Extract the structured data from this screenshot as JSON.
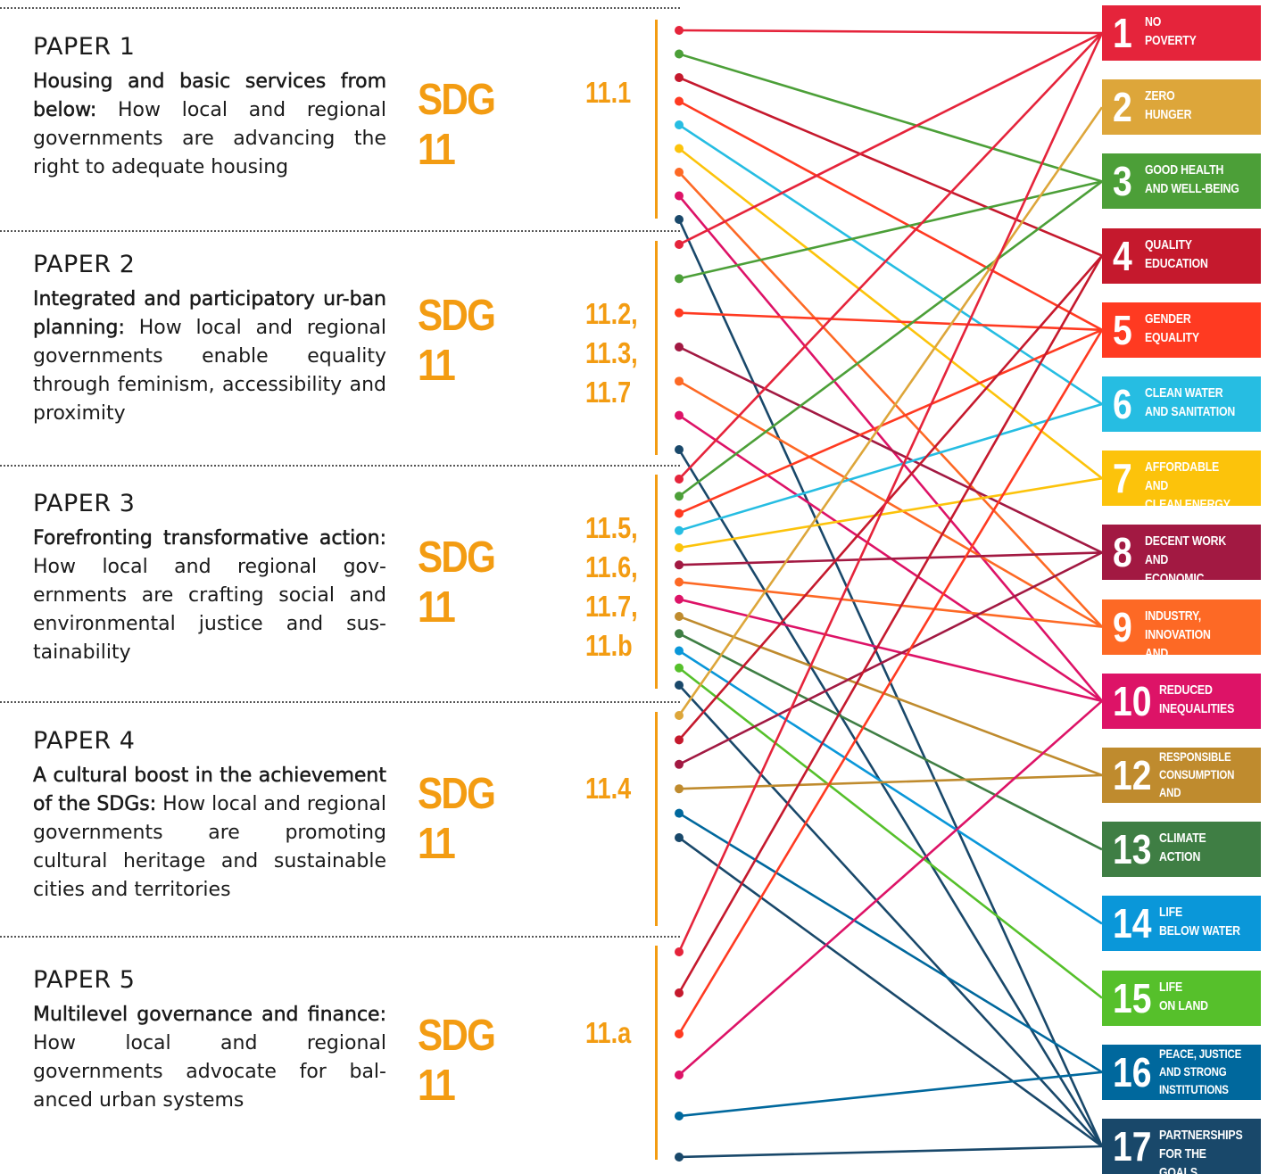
{
  "papers": [
    {
      "label": "PAPER 1",
      "bold": "Housing and basic services from below:",
      "text": " How local and regional governments are advancing the right to adequate housing",
      "sdg": "SDG 11",
      "targets": [
        "11.1"
      ]
    },
    {
      "label": "PAPER 2",
      "bold": "Integrated and participatory ur-­ban planning:",
      "text": " How local and regional governments enable equality through feminism, ac­cessibility and proximity",
      "sdg": "SDG 11",
      "targets": [
        "11.2,",
        "11.3,",
        "11.7"
      ]
    },
    {
      "label": "PAPER 3",
      "bold": "Forefronting transformative ac­tion:",
      "text": " How local and regional gov­ernments are crafting social and environmental justice and sus­tainability",
      "sdg": "SDG 11",
      "targets": [
        "11.5,",
        "11.6,",
        "11.7,",
        "11.b"
      ]
    },
    {
      "label": "PAPER 4",
      "bold": "A cultural boost in the achieve­ment of the SDGs:",
      "text": " How local and regional governments are pro­moting cultural heritage and sus­tainable cities and territories",
      "sdg": "SDG 11",
      "targets": [
        "11.4"
      ]
    },
    {
      "label": "PAPER 5",
      "bold": "Multilevel governance and fi­nance:",
      "text": " How local and regional governments advocate for bal­anced urban systems",
      "sdg": "SDG 11",
      "targets": [
        "11.a"
      ]
    }
  ],
  "goals": [
    {
      "id": 1,
      "number": "1",
      "name": "NO\nPOVERTY",
      "color": "#e5243b"
    },
    {
      "id": 2,
      "number": "2",
      "name": "ZERO\nHUNGER",
      "color": "#dda63a"
    },
    {
      "id": 3,
      "number": "3",
      "name": "GOOD HEALTH\nAND WELL-BEING",
      "color": "#4c9f38"
    },
    {
      "id": 4,
      "number": "4",
      "name": "QUALITY\nEDUCATION",
      "color": "#c5192d"
    },
    {
      "id": 5,
      "number": "5",
      "name": "GENDER\nEQUALITY",
      "color": "#ff3a21"
    },
    {
      "id": 6,
      "number": "6",
      "name": "CLEAN WATER\nAND SANITATION",
      "color": "#26bde2"
    },
    {
      "id": 7,
      "number": "7",
      "name": "AFFORDABLE AND\nCLEAN ENERGY",
      "color": "#fcc30b"
    },
    {
      "id": 8,
      "number": "8",
      "name": "DECENT WORK AND\nECONOMIC GROWTH",
      "color": "#a21942"
    },
    {
      "id": 9,
      "number": "9",
      "name": "INDUSTRY, INNOVATION\nAND INFRASTRUCTURE",
      "color": "#fd6925"
    },
    {
      "id": 10,
      "number": "10",
      "name": "REDUCED\nINEQUALITIES",
      "color": "#dd1367"
    },
    {
      "id": 12,
      "number": "12",
      "name": "RESPONSIBLE\nCONSUMPTION\nAND PRODUCTION",
      "color": "#bf8b2e"
    },
    {
      "id": 13,
      "number": "13",
      "name": "CLIMATE\nACTION",
      "color": "#3f7e44"
    },
    {
      "id": 14,
      "number": "14",
      "name": "LIFE\nBELOW WATER",
      "color": "#0a97d9"
    },
    {
      "id": 15,
      "number": "15",
      "name": "LIFE\nON LAND",
      "color": "#56c02b"
    },
    {
      "id": 16,
      "number": "16",
      "name": "PEACE, JUSTICE\nAND STRONG\nINSTITUTIONS",
      "color": "#00689d"
    },
    {
      "id": 17,
      "number": "17",
      "name": "PARTNERSHIPS\nFOR THE GOALS",
      "color": "#19486a"
    }
  ],
  "links": [
    {
      "paper": 1,
      "goals": [
        1,
        3,
        4,
        5,
        6,
        7,
        9,
        10,
        17
      ]
    },
    {
      "paper": 2,
      "goals": [
        1,
        3,
        5,
        8,
        9,
        10,
        17
      ]
    },
    {
      "paper": 3,
      "goals": [
        1,
        3,
        5,
        6,
        7,
        8,
        9,
        10,
        12,
        13,
        14,
        15,
        17
      ]
    },
    {
      "paper": 4,
      "goals": [
        2,
        4,
        8,
        12,
        16,
        17
      ]
    },
    {
      "paper": 5,
      "goals": [
        1,
        4,
        5,
        10,
        16,
        17
      ]
    }
  ],
  "link_colors": {
    "1": "#e5243b",
    "2": "#dda63a",
    "3": "#4c9f38",
    "4": "#c5192d",
    "5": "#ff3a21",
    "6": "#26bde2",
    "7": "#fcc30b",
    "8": "#a21942",
    "9": "#fd6925",
    "10": "#dd1367",
    "12": "#bf8b2e",
    "13": "#3f7e44",
    "14": "#0a97d9",
    "15": "#56c02b",
    "16": "#00689d",
    "17": "#19486a"
  },
  "accent_color": "#f39c12"
}
